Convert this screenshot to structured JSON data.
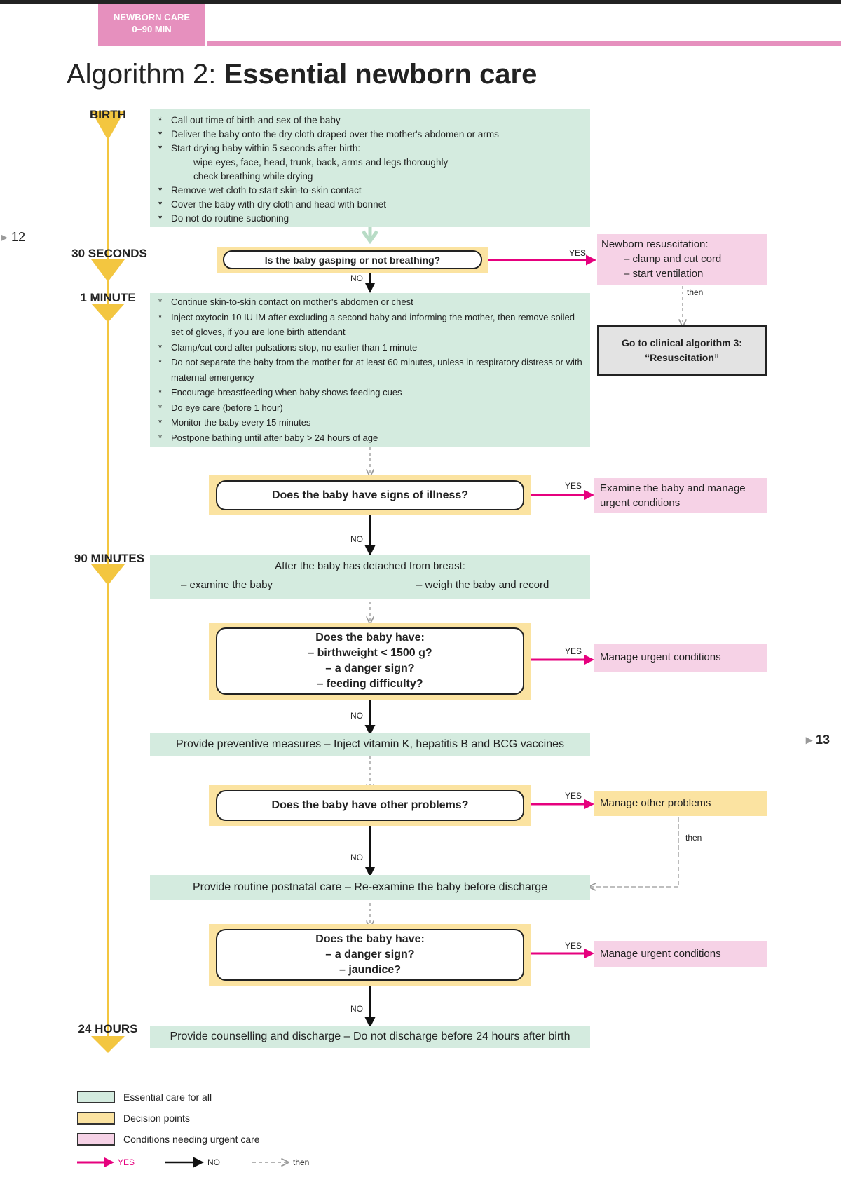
{
  "header": {
    "tag_line1": "NEWBORN CARE",
    "tag_line2": "0–90 MIN",
    "title_light": "Algorithm 2: ",
    "title_bold": "Essential newborn care"
  },
  "page_numbers": {
    "left": "12",
    "right": "13"
  },
  "stages": {
    "birth": "BIRTH",
    "s30": "30 SECONDS",
    "m1": "1 MINUTE",
    "m90": "90 MINUTES",
    "h24": "24 HOURS"
  },
  "birth_box": {
    "items": [
      "Call out time of birth and sex of the baby",
      "Deliver the baby onto the dry cloth draped over the mother's abdomen or arms",
      "Start drying baby within 5 seconds after birth:",
      "Remove wet cloth to start skin-to-skin contact",
      "Cover the baby with dry cloth and head with bonnet",
      "Do not do routine suctioning"
    ],
    "subitems": [
      "wipe eyes, face, head, trunk, back, arms and legs thoroughly",
      "check breathing while drying"
    ]
  },
  "q_gasping": "Is the baby gasping or not breathing?",
  "resus": {
    "title": "Newborn resuscitation:",
    "items": [
      "clamp and cut cord",
      "start ventilation"
    ]
  },
  "go_algo3_line1": "Go to clinical algorithm 3:",
  "go_algo3_line2": "“Resuscitation”",
  "minute_box": [
    "Continue skin-to-skin contact on mother's abdomen or chest",
    "Inject oxytocin 10 IU IM after excluding a second baby and informing the mother, then remove soiled set of gloves, if you are lone birth attendant",
    "Clamp/cut cord after pulsations stop, no earlier than 1 minute",
    "Do not separate the baby from the mother for at least 60 minutes, unless in respiratory distress or with maternal emergency",
    "Encourage breastfeeding when baby shows feeding cues",
    "Do eye care (before 1 hour)",
    "Monitor the baby every 15 minutes",
    "Postpone bathing until after baby > 24 hours of age"
  ],
  "q_illness": "Does the baby have signs of illness?",
  "examine_manage_1": "Examine the baby and manage",
  "examine_manage_2": "urgent conditions",
  "after_detach": {
    "title": "After the baby has detached from breast:",
    "left": "– examine the baby",
    "right": "– weigh the baby and record"
  },
  "q_bw": {
    "l1": "Does the baby have:",
    "l2": "– birthweight < 1500 g?",
    "l3": "– a danger sign?",
    "l4": "– feeding difficulty?"
  },
  "manage_urgent": "Manage urgent conditions",
  "preventive": "Provide preventive measures – Inject vitamin K, hepatitis B and BCG vaccines",
  "q_other": "Does the baby have other problems?",
  "manage_other": "Manage other problems",
  "routine": "Provide routine postnatal care – Re-examine the baby before discharge",
  "q_danger": {
    "l1": "Does the baby have:",
    "l2": "– a danger sign?",
    "l3": "– jaundice?"
  },
  "counselling": "Provide counselling and discharge – Do not discharge before 24 hours after birth",
  "labels": {
    "yes": "YES",
    "no": "NO",
    "then": "then"
  },
  "legend": {
    "green": "Essential care for all",
    "yellow": "Decision points",
    "pink": "Conditions needing urgent care",
    "yes": "YES",
    "no": "NO",
    "then": "then"
  },
  "colors": {
    "green": "#d4ebdf",
    "yellow": "#fbe3a1",
    "pink": "#f6d2e6",
    "magenta": "#e6007e",
    "gold": "#f3c640"
  }
}
